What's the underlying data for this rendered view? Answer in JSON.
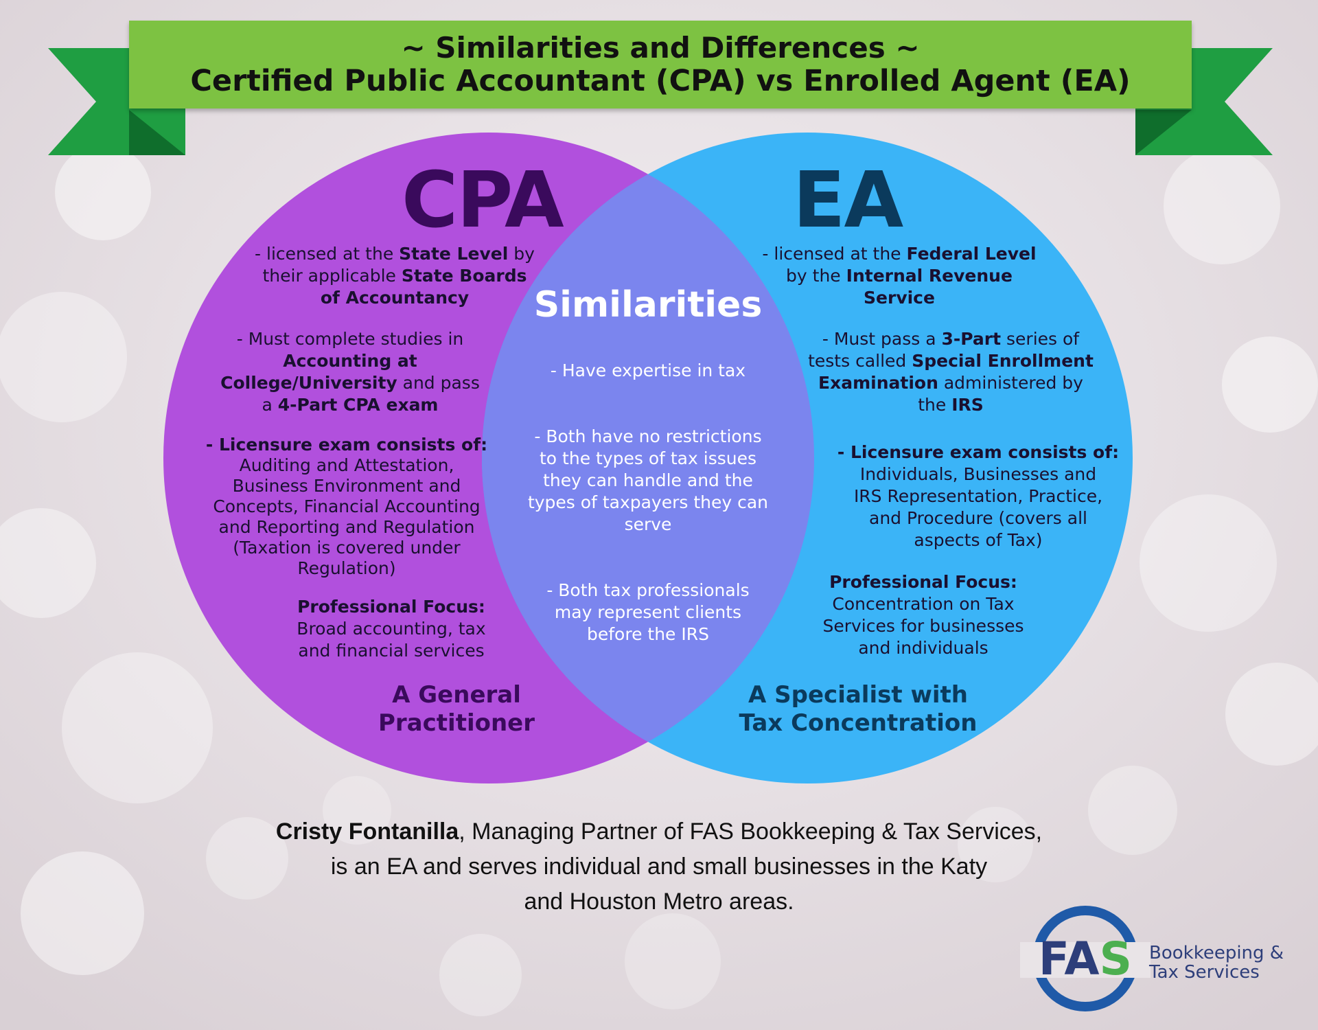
{
  "banner": {
    "line1": "~ Similarities and Differences ~",
    "line2": "Certified Public Accountant (CPA) vs Enrolled Agent (EA)",
    "color": "#7dc242",
    "tail_color": "#1f9e42"
  },
  "cpa": {
    "title": "CPA",
    "color": "#b150dd",
    "title_color": "#3a0a5c",
    "p1": {
      "a": "- licensed at the ",
      "b": "State Level",
      "c": " by",
      "d": "their applicable ",
      "e": "State Boards",
      "f": "of Accountancy"
    },
    "p2": {
      "a": "- Must complete studies in",
      "b": "Accounting at",
      "c": "College/University",
      "d": " and pass",
      "e": "a ",
      "f": "4-Part CPA exam"
    },
    "p3": {
      "heading": "- Licensure exam consists of:",
      "lines": [
        "Auditing and Attestation,",
        "Business Environment and",
        "Concepts, Financial Accounting",
        "and Reporting and Regulation",
        "(Taxation is covered under",
        "Regulation)"
      ]
    },
    "focus": {
      "heading": "Professional Focus:",
      "lines": [
        "Broad accounting, tax",
        "and financial services"
      ]
    },
    "tagline": [
      "A General",
      "Practitioner"
    ]
  },
  "ea": {
    "title": "EA",
    "color": "#3bb4f7",
    "title_color": "#0b3a5c",
    "p1": {
      "a": "- licensed at the ",
      "b": "Federal Level",
      "c": "by the ",
      "d": "Internal Revenue",
      "e": "Service"
    },
    "p2": {
      "a": "- Must pass a ",
      "b": "3-Part",
      "c": " series of",
      "d": "tests called ",
      "e": "Special Enrollment",
      "f": "Examination",
      "g": " administered by",
      "h": "the ",
      "i": "IRS"
    },
    "p3": {
      "heading": "- Licensure exam consists of:",
      "lines": [
        "Individuals, Businesses and",
        "IRS Representation, Practice,",
        "and Procedure (covers all",
        "aspects of Tax)"
      ]
    },
    "focus": {
      "heading": "Professional Focus:",
      "lines": [
        "Concentration on Tax",
        "Services for businesses",
        "and individuals"
      ]
    },
    "tagline": [
      "A Specialist with",
      "Tax Concentration"
    ]
  },
  "similarities": {
    "title": "Similarities",
    "color": "#7b85ee",
    "items": [
      [
        "- Have expertise in tax"
      ],
      [
        "- Both have no restrictions",
        "to the types of tax issues",
        "they can handle and the",
        "types of taxpayers they can",
        "serve"
      ],
      [
        "- Both tax professionals",
        "may represent clients",
        "before the IRS"
      ]
    ]
  },
  "footer": {
    "name": "Cristy Fontanilla",
    "rest1": ", Managing Partner of FAS Bookkeeping & Tax Services,",
    "line2": "is an EA and serves individual and small businesses in the Katy",
    "line3": "and Houston Metro areas."
  },
  "logo": {
    "mark": "FAS",
    "sub1": "Bookkeeping &",
    "sub2": "Tax Services",
    "ring_color": "#1f5aa8",
    "letter_color": "#2d3e7a",
    "s_color": "#4caf50"
  }
}
